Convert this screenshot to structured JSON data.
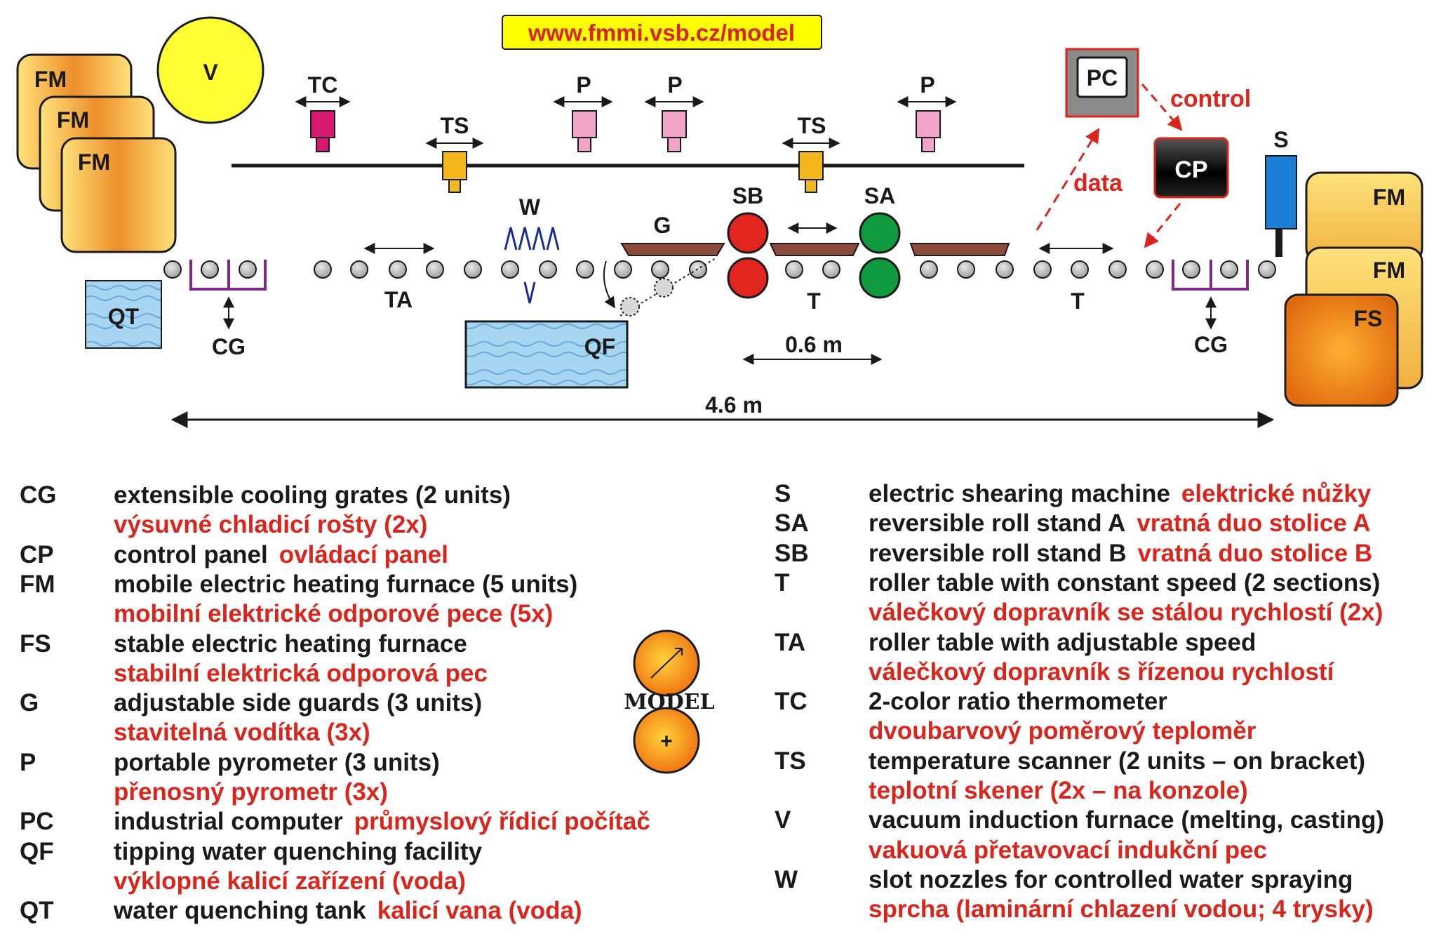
{
  "header": {
    "url": "www.fmmi.vsb.cz/model"
  },
  "labels": {
    "fm": "FM",
    "v": "V",
    "tc": "TC",
    "ts": "TS",
    "p": "P",
    "w": "W",
    "g": "G",
    "sb": "SB",
    "sa": "SA",
    "pc": "PC",
    "control": "control",
    "data": "data",
    "cp": "CP",
    "s": "S",
    "fs": "FS",
    "qt": "QT",
    "qf": "QF",
    "cg": "CG",
    "ta": "TA",
    "t": "T",
    "dim_small": "0.6 m",
    "dim_large": "4.6 m"
  },
  "logo": {
    "text": "MODEL"
  },
  "legend_left": [
    {
      "abbr": "CG",
      "en": "extensible cooling grates (2 units)",
      "cz": "výsuvné chladicí rošty (2x)",
      "cz_inline": false
    },
    {
      "abbr": "CP",
      "en": "control panel",
      "cz": "ovládací panel",
      "cz_inline": true
    },
    {
      "abbr": "FM",
      "en": "mobile electric heating furnace (5 units)",
      "cz": "mobilní elektrické odporové pece (5x)",
      "cz_inline": false
    },
    {
      "abbr": "FS",
      "en": "stable electric heating furnace",
      "cz": "stabilní elektrická odporová pec",
      "cz_inline": false
    },
    {
      "abbr": "G",
      "en": "adjustable side guards (3 units)",
      "cz": "stavitelná vodítka (3x)",
      "cz_inline": false
    },
    {
      "abbr": "P",
      "en": "portable pyrometer (3 units)",
      "cz": "přenosný pyrometr (3x)",
      "cz_inline": false
    },
    {
      "abbr": "PC",
      "en": "industrial computer",
      "cz": "průmyslový řídicí počítač",
      "cz_inline": true
    },
    {
      "abbr": "QF",
      "en": "tipping water quenching facility",
      "cz": "výklopné kalicí zařízení (voda)",
      "cz_inline": false
    },
    {
      "abbr": "QT",
      "en": "water quenching tank",
      "cz": "kalicí vana (voda)",
      "cz_inline": true
    }
  ],
  "legend_right": [
    {
      "abbr": "S",
      "en": "electric shearing machine",
      "cz": "elektrické nůžky",
      "cz_inline": true
    },
    {
      "abbr": "SA",
      "en": "reversible roll stand A",
      "cz": "vratná duo stolice A",
      "cz_inline": true
    },
    {
      "abbr": "SB",
      "en": "reversible roll stand B",
      "cz": "vratná duo stolice B",
      "cz_inline": true
    },
    {
      "abbr": "T",
      "en": "roller table with constant speed (2 sections)",
      "cz": "válečkový dopravník se stálou rychlostí (2x)",
      "cz_inline": false
    },
    {
      "abbr": "TA",
      "en": "roller table with adjustable speed",
      "cz": "válečkový dopravník s řízenou rychlostí",
      "cz_inline": false
    },
    {
      "abbr": "TC",
      "en": "2-color ratio thermometer",
      "cz": "dvoubarvový poměrový teploměr",
      "cz_inline": false
    },
    {
      "abbr": "TS",
      "en": "temperature scanner (2 units – on bracket)",
      "cz": "teplotní skener (2x – na konzole)",
      "cz_inline": false
    },
    {
      "abbr": "V",
      "en": "vacuum induction furnace (melting, casting)",
      "cz": "vakuová přetavovací indukční pec",
      "cz_inline": false
    },
    {
      "abbr": "W",
      "en": "slot nozzles for controlled water spraying",
      "cz": "sprcha (laminární chlazení vodou; 4 trysky)",
      "cz_inline": false
    }
  ],
  "colors": {
    "red_text": "#d9261c",
    "black_text": "#1a1a1a",
    "furnace_orange": "#f0a030",
    "furnace_yellow": "#ffd860",
    "v_yellow": "#ffff33",
    "tc_magenta": "#d6196e",
    "ts_yellow": "#f2b81c",
    "p_pink": "#f1a3c8",
    "guide_brown": "#8b4a3c",
    "roll_red": "#e0261f",
    "roll_green": "#0f9a3e",
    "water_blue": "#9fd0ee",
    "grate_purple": "#7a2a86",
    "nozzle_navy": "#1c2e8c",
    "shear_blue": "#1a7fd4",
    "url_bg": "#ffff00"
  }
}
